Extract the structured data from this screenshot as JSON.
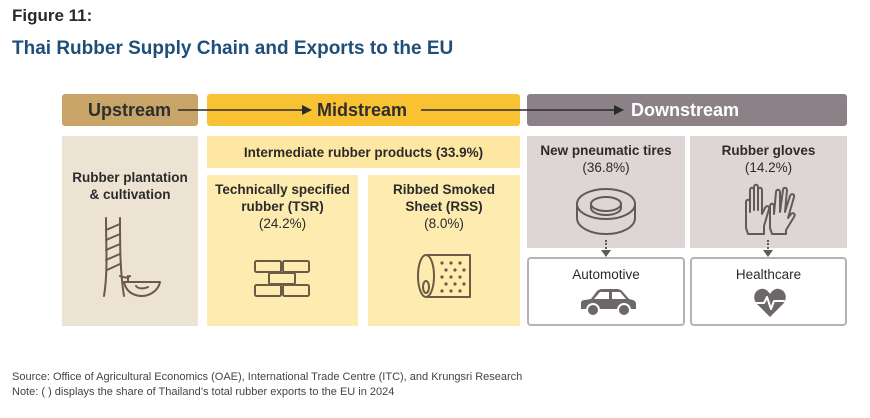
{
  "figure": {
    "label": "Figure 11:",
    "title": "Thai Rubber Supply Chain and Exports to the EU"
  },
  "stages": {
    "upstream": "Upstream",
    "midstream": "Midstream",
    "downstream": "Downstream"
  },
  "upstream_panel": {
    "line1": "Rubber plantation",
    "line2": "& cultivation",
    "icon": "rubber-tapping-icon"
  },
  "midstream_panels": {
    "intermediate": "Intermediate rubber products (33.9%)",
    "tsr": {
      "line1": "Technically specified",
      "line2": "rubber (TSR)",
      "share": "(24.2%)",
      "icon": "rubber-blocks-icon"
    },
    "rss": {
      "line1": "Ribbed Smoked",
      "line2": "Sheet (RSS)",
      "share": "(8.0%)",
      "icon": "rubber-sheet-roll-icon"
    }
  },
  "downstream_panels": {
    "tires": {
      "title": "New pneumatic tires",
      "share": "(36.8%)",
      "icon": "tire-icon"
    },
    "gloves": {
      "title": "Rubber gloves",
      "share": "(14.2%)",
      "icon": "gloves-icon"
    },
    "automotive": {
      "label": "Automotive",
      "icon": "car-icon"
    },
    "healthcare": {
      "label": "Healthcare",
      "icon": "heartbeat-icon"
    }
  },
  "footer": {
    "source": "Source: Office of Agricultural Economics (OAE), International Trade Centre (ITC), and Krungsri Research",
    "note": "Note: ( ) displays the share of Thailand’s total rubber exports to the EU in 2024"
  },
  "colors": {
    "upstream": "#c9a469",
    "midstream": "#f9c233",
    "downstream": "#8c8186",
    "title": "#1f4e79"
  }
}
